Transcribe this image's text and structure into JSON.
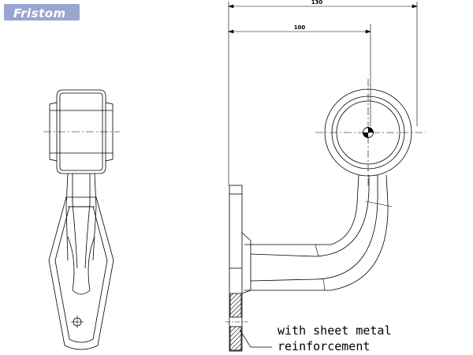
{
  "brand": {
    "logo_text": "Fristom"
  },
  "dimensions": {
    "overall": "130",
    "to_center": "100"
  },
  "annotation": {
    "line1": "with sheet metal",
    "line2": "reinforcement"
  }
}
